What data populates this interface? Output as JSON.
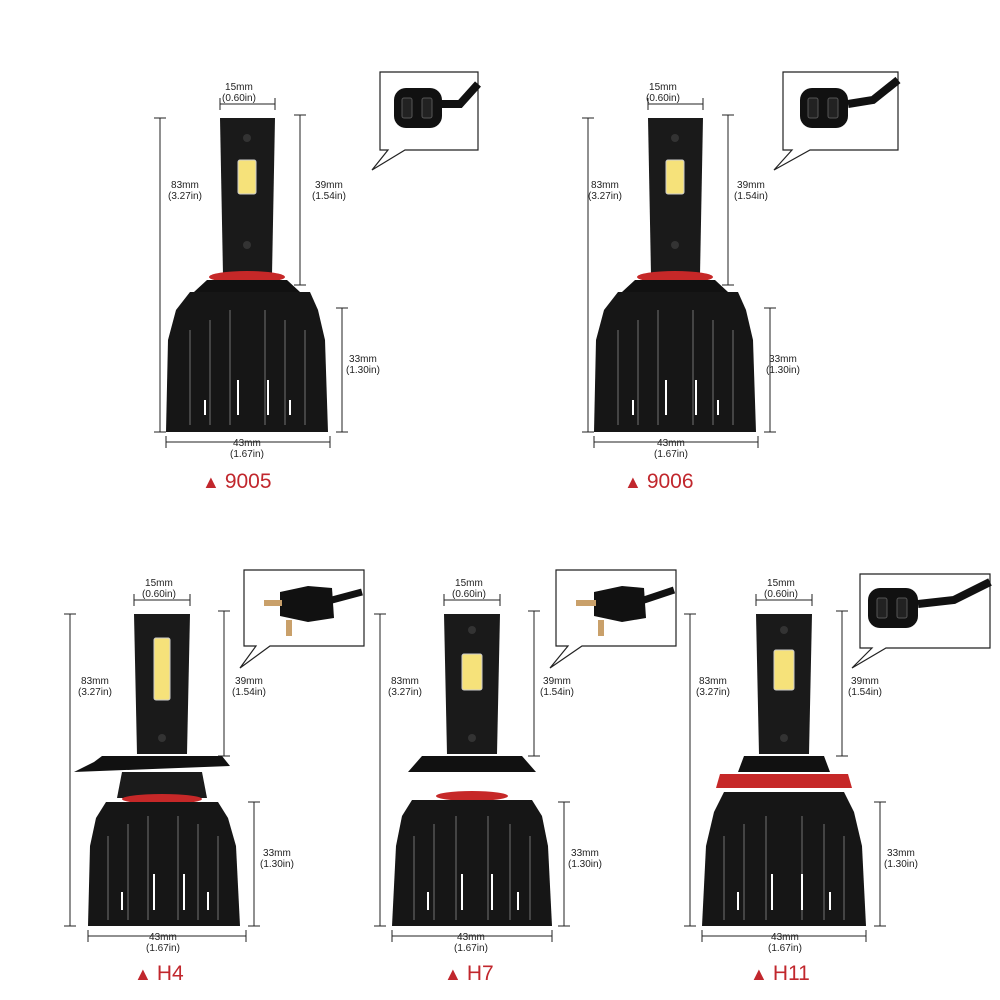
{
  "dimensions": {
    "width_mm": "15mm",
    "width_in": "(0.60in)",
    "height_mm": "83mm",
    "height_in": "(3.27in)",
    "stem_mm": "39mm",
    "stem_in": "(1.54in)",
    "base_mm": "33mm",
    "base_in": "(1.30in)",
    "diameter_mm": "43mm",
    "diameter_in": "(1.67in)"
  },
  "bulbs": [
    {
      "model": "9005",
      "connector": "9005-plug"
    },
    {
      "model": "9006",
      "connector": "9006-plug"
    },
    {
      "model": "H4",
      "connector": "h4-plug"
    },
    {
      "model": "H7",
      "connector": "h7-plug"
    },
    {
      "model": "H11",
      "connector": "h11-plug"
    }
  ],
  "colors": {
    "label": "#c1272d",
    "bulb": "#151515",
    "seal": "#c62828",
    "led": "#f6e27a"
  },
  "label_marker": "▲"
}
